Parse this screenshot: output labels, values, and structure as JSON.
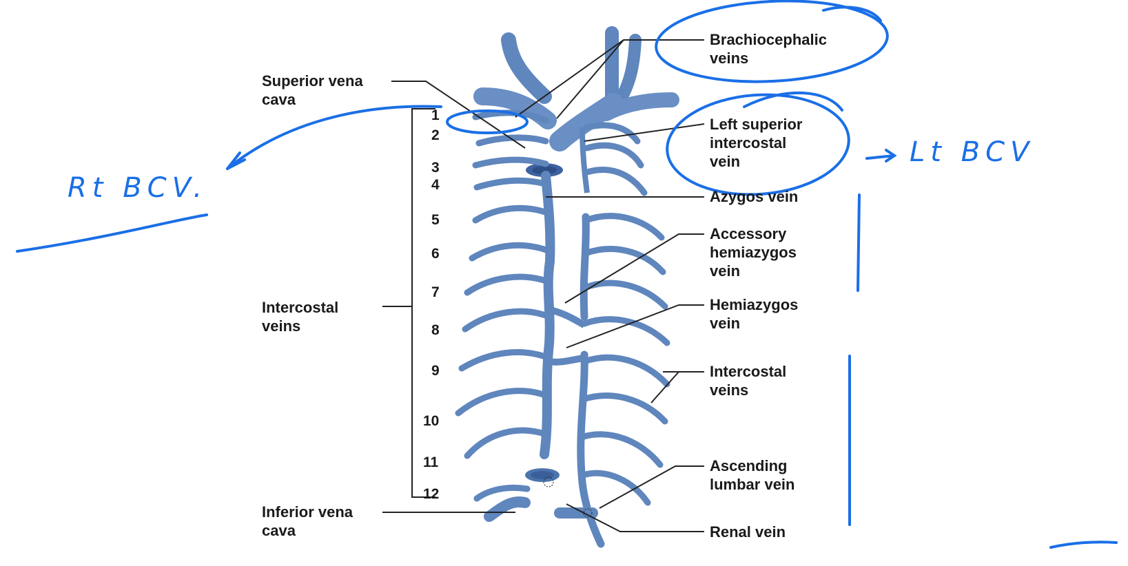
{
  "labels": {
    "brachiocephalic": "Brachiocephalic\nveins",
    "svc": "Superior vena\ncava",
    "left_superior_intercostal": "Left superior\nintercostal\nvein",
    "azygos": "Azygos vein",
    "accessory_hemiazygos": "Accessory\nhemiazygos\nvein",
    "intercostal_left": "Intercostal\nveins",
    "hemiazygos": "Hemiazygos\nvein",
    "intercostal_right": "Intercostal\nveins",
    "ascending_lumbar": "Ascending\nlumbar vein",
    "ivc": "Inferior vena\ncava",
    "renal": "Renal vein"
  },
  "rib_numbers": [
    "1",
    "2",
    "3",
    "4",
    "5",
    "6",
    "7",
    "8",
    "9",
    "10",
    "11",
    "12"
  ],
  "annotations": {
    "rt_bcv": "Rt  BCV.",
    "lt_bcv": "Lt BCV"
  },
  "colors": {
    "vein": "#5f86bd",
    "vein_dark": "#3d62a0",
    "vein_light": "#9ab8e0",
    "ink": "#1a6fe6",
    "text": "#1a1a1a"
  }
}
